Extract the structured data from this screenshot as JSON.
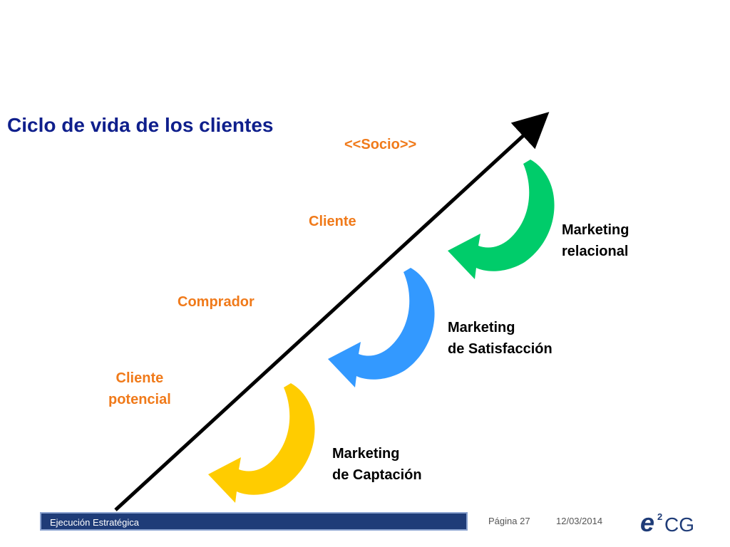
{
  "title": "Ciclo de vida de los clientes",
  "stages": {
    "socio": "<<Socio>>",
    "cliente": "Cliente",
    "comprador": "Comprador",
    "potencial_line1": "Cliente",
    "potencial_line2": "potencial"
  },
  "marketing": {
    "relacional": {
      "line1": "Marketing",
      "line2": "relacional",
      "color": "#00cc6a"
    },
    "satisfaccion": {
      "line1": "Marketing",
      "line2": "de Satisfacción",
      "color": "#3399ff"
    },
    "captacion": {
      "line1": "Marketing",
      "line2": "de Captación",
      "color": "#ffcc00"
    }
  },
  "colors": {
    "title": "#0f1f8c",
    "stage": "#f07a1a",
    "footer_bar": "#1f3c78"
  },
  "footer": {
    "section": "Ejecución Estratégica",
    "page": "Página 27",
    "date": "12/03/2014",
    "logo_text": "e²CG"
  }
}
